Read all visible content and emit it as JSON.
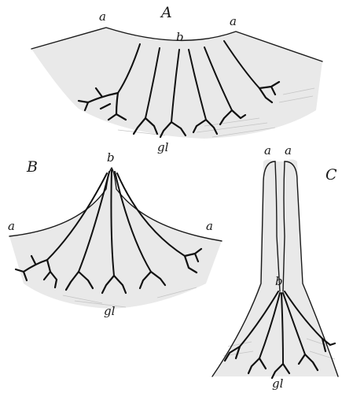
{
  "figure": {
    "panels": [
      {
        "id": "A",
        "label": "A",
        "parts": {
          "surface_left": "a",
          "surface_right": "a",
          "opening": "b",
          "glands": "gl"
        }
      },
      {
        "id": "B",
        "label": "B",
        "parts": {
          "surface_left": "a",
          "surface_right": "a",
          "opening": "b",
          "glands": "gl"
        }
      },
      {
        "id": "C",
        "label": "C",
        "parts": {
          "surface_left": "a",
          "surface_right": "a",
          "opening": "b",
          "glands": "gl"
        }
      }
    ]
  },
  "colors": {
    "ink": "#111111",
    "shading": "#e9e9e9",
    "background": "#ffffff"
  }
}
